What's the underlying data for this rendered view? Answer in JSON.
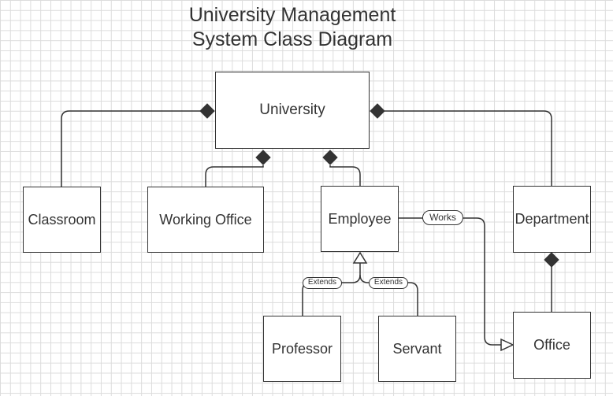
{
  "title": {
    "line1": "University Management",
    "line2": "System Class Diagram"
  },
  "classes": {
    "university": "University",
    "classroom": "Classroom",
    "working_office": "Working Office",
    "employee": "Employee",
    "department": "Department",
    "professor": "Professor",
    "servant": "Servant",
    "office": "Office"
  },
  "relationships": [
    {
      "from": "University",
      "to": "Classroom",
      "type": "composition"
    },
    {
      "from": "University",
      "to": "Working Office",
      "type": "composition"
    },
    {
      "from": "University",
      "to": "Employee",
      "type": "composition"
    },
    {
      "from": "University",
      "to": "Department",
      "type": "composition"
    },
    {
      "from": "Department",
      "to": "Office",
      "type": "composition"
    },
    {
      "from": "Professor",
      "to": "Employee",
      "type": "generalization",
      "label": "Extends"
    },
    {
      "from": "Servant",
      "to": "Employee",
      "type": "generalization",
      "label": "Extends"
    },
    {
      "from": "Employee",
      "to": "Office",
      "type": "association",
      "label": "Works"
    }
  ],
  "labels": {
    "extends_left": "Extends",
    "extends_right": "Extends",
    "works": "Works"
  },
  "colors": {
    "stroke": "#333333",
    "grid": "#dcdcdc",
    "background": "#ffffff"
  }
}
